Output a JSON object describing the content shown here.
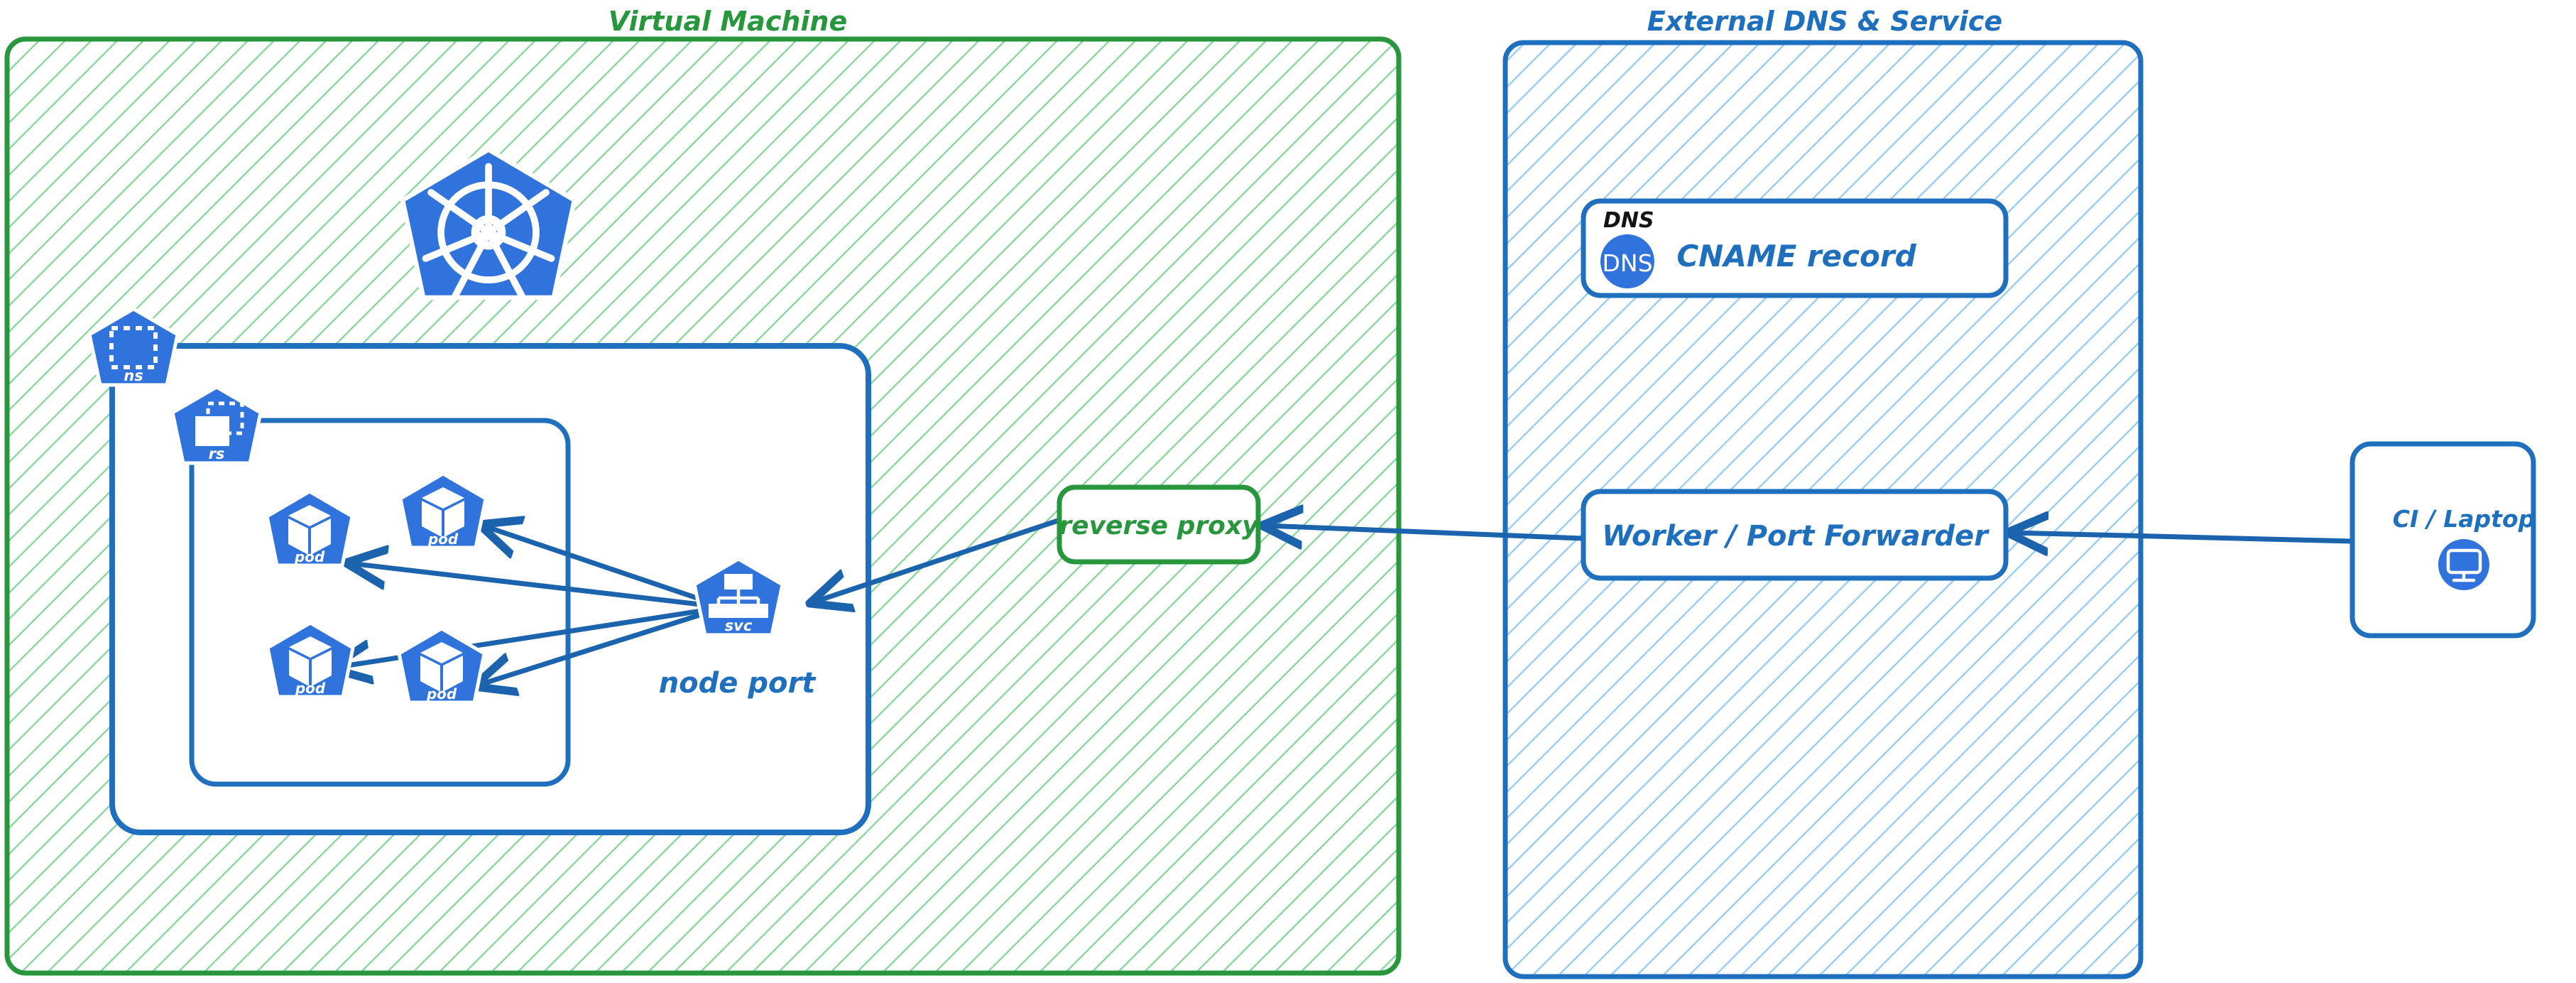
{
  "diagram": {
    "title_left": "Virtual Machine",
    "title_right": "External DNS & Service",
    "colors": {
      "green": "#27963c",
      "green_hatch": "#8fd79f",
      "blue": "#1f6fbf",
      "blue_hatch": "#9dcdf3",
      "k8s_blue": "#3073dc",
      "arrow_blue": "#1b63ad",
      "black": "#141414",
      "white": "#ffffff"
    }
  },
  "vm_panel": {
    "label": "Virtual Machine",
    "kubernetes_logo": "kubernetes-wheel-icon",
    "namespace": {
      "badge_label": "ns",
      "badge_icon": "namespace-dashed-square-icon"
    },
    "replicaset": {
      "badge_label": "rs",
      "badge_icon": "replicaset-stacked-rectangles-icon"
    },
    "pods": [
      {
        "label": "pod",
        "icon": "pod-cube-icon"
      },
      {
        "label": "pod",
        "icon": "pod-cube-icon"
      },
      {
        "label": "pod",
        "icon": "pod-cube-icon"
      },
      {
        "label": "pod",
        "icon": "pod-cube-icon"
      }
    ],
    "service": {
      "badge_label": "svc",
      "badge_icon": "service-hierarchy-icon",
      "caption": "node port"
    },
    "reverse_proxy": {
      "label": "reverse proxy"
    }
  },
  "external_panel": {
    "label": "External DNS & Service",
    "dns_card": {
      "corner_label": "DNS",
      "icon_label": "DNS",
      "icon": "dns-circle-icon",
      "title": "CNAME record"
    },
    "worker_card": {
      "label": "Worker / Port Forwarder"
    }
  },
  "client": {
    "label": "CI / Laptop",
    "icon": "monitor-display-icon"
  },
  "connections": [
    {
      "from": "svc",
      "to": "pod-1",
      "direction": "one-way"
    },
    {
      "from": "svc",
      "to": "pod-2",
      "direction": "one-way"
    },
    {
      "from": "svc",
      "to": "pod-3",
      "direction": "one-way"
    },
    {
      "from": "svc",
      "to": "pod-4",
      "direction": "one-way"
    },
    {
      "from": "reverse-proxy",
      "to": "svc",
      "direction": "one-way"
    },
    {
      "from": "worker-port-forwarder",
      "to": "reverse-proxy",
      "direction": "one-way"
    },
    {
      "from": "ci-laptop",
      "to": "worker-port-forwarder",
      "direction": "one-way"
    }
  ]
}
